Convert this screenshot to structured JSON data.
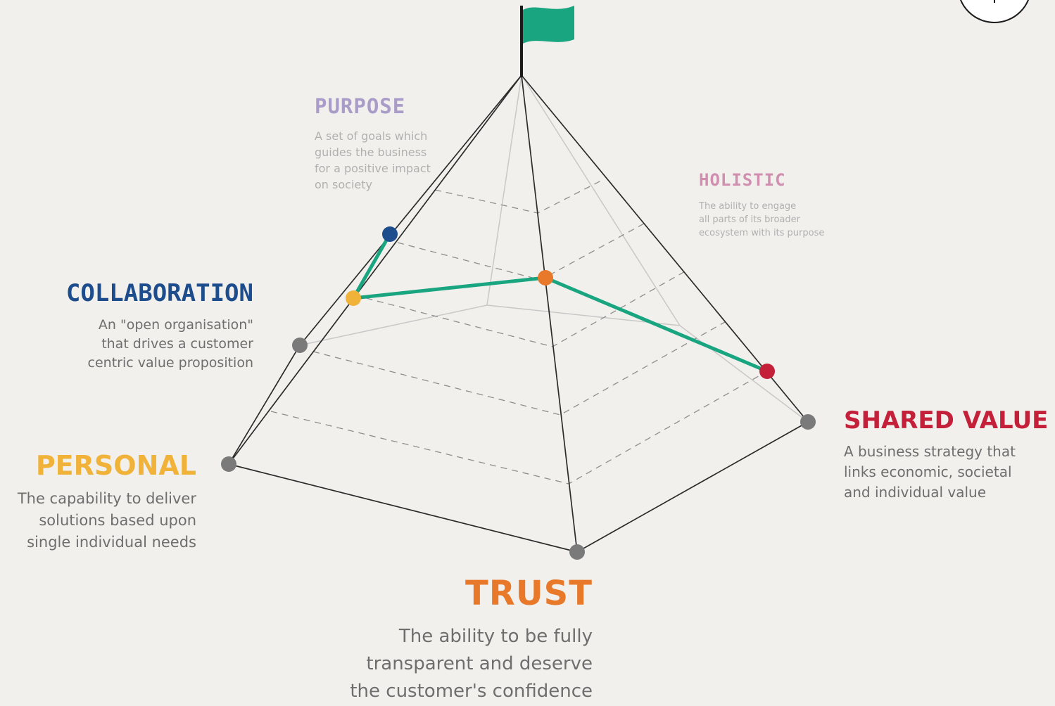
{
  "colors": {
    "background": "#f2f0ed",
    "flag": "#1aa581",
    "path_line": "#1aa581",
    "edge": "#2b2b2b",
    "grid": "#9a9a9a",
    "hidden_edge": "#c8c8c8",
    "vertex": "#7a7a7a"
  },
  "nodes": {
    "purpose": {
      "title": "PURPOSE",
      "color": "#a99cc8",
      "desc": [
        "A set of goals which",
        "guides the business",
        "for a positive impact",
        "on society"
      ]
    },
    "holistic": {
      "title": "HOLISTIC",
      "color": "#d18fb0",
      "desc": [
        "The ability to engage",
        "all parts of its broader",
        "ecosystem with its purpose"
      ]
    },
    "collaboration": {
      "title": "COLLABORATION",
      "color": "#1d4d8c",
      "desc": [
        "An \"open organisation\"",
        "that drives a customer",
        "centric value proposition"
      ]
    },
    "personal": {
      "title": "PERSONAL",
      "color": "#f0b238",
      "desc": [
        "The capability to deliver",
        "solutions based upon",
        "single individual needs"
      ]
    },
    "shared_value": {
      "title": "SHARED VALUE",
      "color": "#c4203a",
      "desc": [
        "A business strategy that",
        "links economic, societal",
        "and individual value"
      ]
    },
    "trust": {
      "title": "TRUST",
      "color": "#e8782a",
      "desc": [
        "The ability to be fully",
        "transparent and deserve",
        "the customer's confidence"
      ]
    }
  },
  "markers": {
    "collaboration": "#1d4d8c",
    "personal": "#f0b238",
    "trust": "#e8782a",
    "shared_value": "#c4203a"
  },
  "icons": {
    "flag": "flag-icon",
    "corner_button": "circle-button-icon"
  }
}
